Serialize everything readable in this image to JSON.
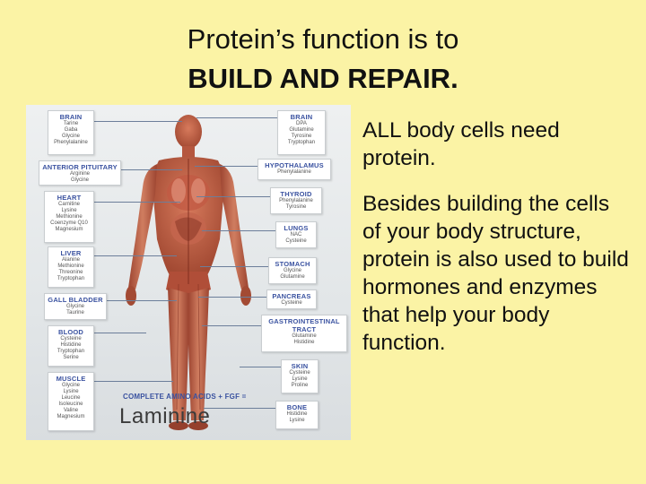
{
  "title": {
    "line1": "Protein’s function is to",
    "line2": "BUILD AND REPAIR."
  },
  "bullets": [
    "ALL body cells need protein.",
    "Besides building the cells of your body structure, protein is also used to build hormones and enzymes that help your body function."
  ],
  "figure": {
    "left_boxes": [
      {
        "heading": "BRAIN",
        "items": [
          "Tarine",
          "Gaba",
          "Glycine",
          "Phenylalanine"
        ]
      },
      {
        "heading": "ANTERIOR PITUITARY",
        "items": [
          "Arginine",
          "Glycine"
        ]
      },
      {
        "heading": "HEART",
        "items": [
          "Carnitine",
          "Lysine",
          "Methionine",
          "Coenzyme Q10",
          "Magnesium"
        ]
      },
      {
        "heading": "LIVER",
        "items": [
          "Alanine",
          "Methionine",
          "Threonine",
          "Tryptophan"
        ]
      },
      {
        "heading": "GALL BLADDER",
        "items": [
          "Glycine",
          "Taurine"
        ]
      },
      {
        "heading": "BLOOD",
        "items": [
          "Cysteine",
          "Histidine",
          "Tryptophan",
          "Serine"
        ]
      },
      {
        "heading": "MUSCLE",
        "items": [
          "Glycine",
          "Lysine",
          "Leucine",
          "Isoleucine",
          "Valine",
          "Magnesium"
        ]
      }
    ],
    "right_boxes": [
      {
        "heading": "BRAIN",
        "items": [
          "DPA",
          "Glutamine",
          "Tyrosine",
          "Tryptophan"
        ]
      },
      {
        "heading": "HYPOTHALAMUS",
        "items": [
          "Phenylalanine"
        ]
      },
      {
        "heading": "THYROID",
        "items": [
          "Phenylalanine",
          "Tyrosine"
        ]
      },
      {
        "heading": "LUNGS",
        "items": [
          "NAC",
          "Cysteine"
        ]
      },
      {
        "heading": "STOMACH",
        "items": [
          "Glycine",
          "Glutamine"
        ]
      },
      {
        "heading": "PANCREAS",
        "items": [
          "Cysteine"
        ]
      },
      {
        "heading": "GASTROINTESTINAL TRACT",
        "items": [
          "Glutamine",
          "Histidine"
        ]
      },
      {
        "heading": "SKIN",
        "items": [
          "Cysteine",
          "Lysine",
          "Proline"
        ]
      },
      {
        "heading": "BONE",
        "items": [
          "Histidine",
          "Lysine"
        ]
      }
    ],
    "amino_label": "COMPLETE AMINO ACIDS + FGF =",
    "logo": "Laminine"
  },
  "colors": {
    "background": "#fbf3a5",
    "label_blue": "#3a52a0",
    "body": "#b8573f"
  }
}
